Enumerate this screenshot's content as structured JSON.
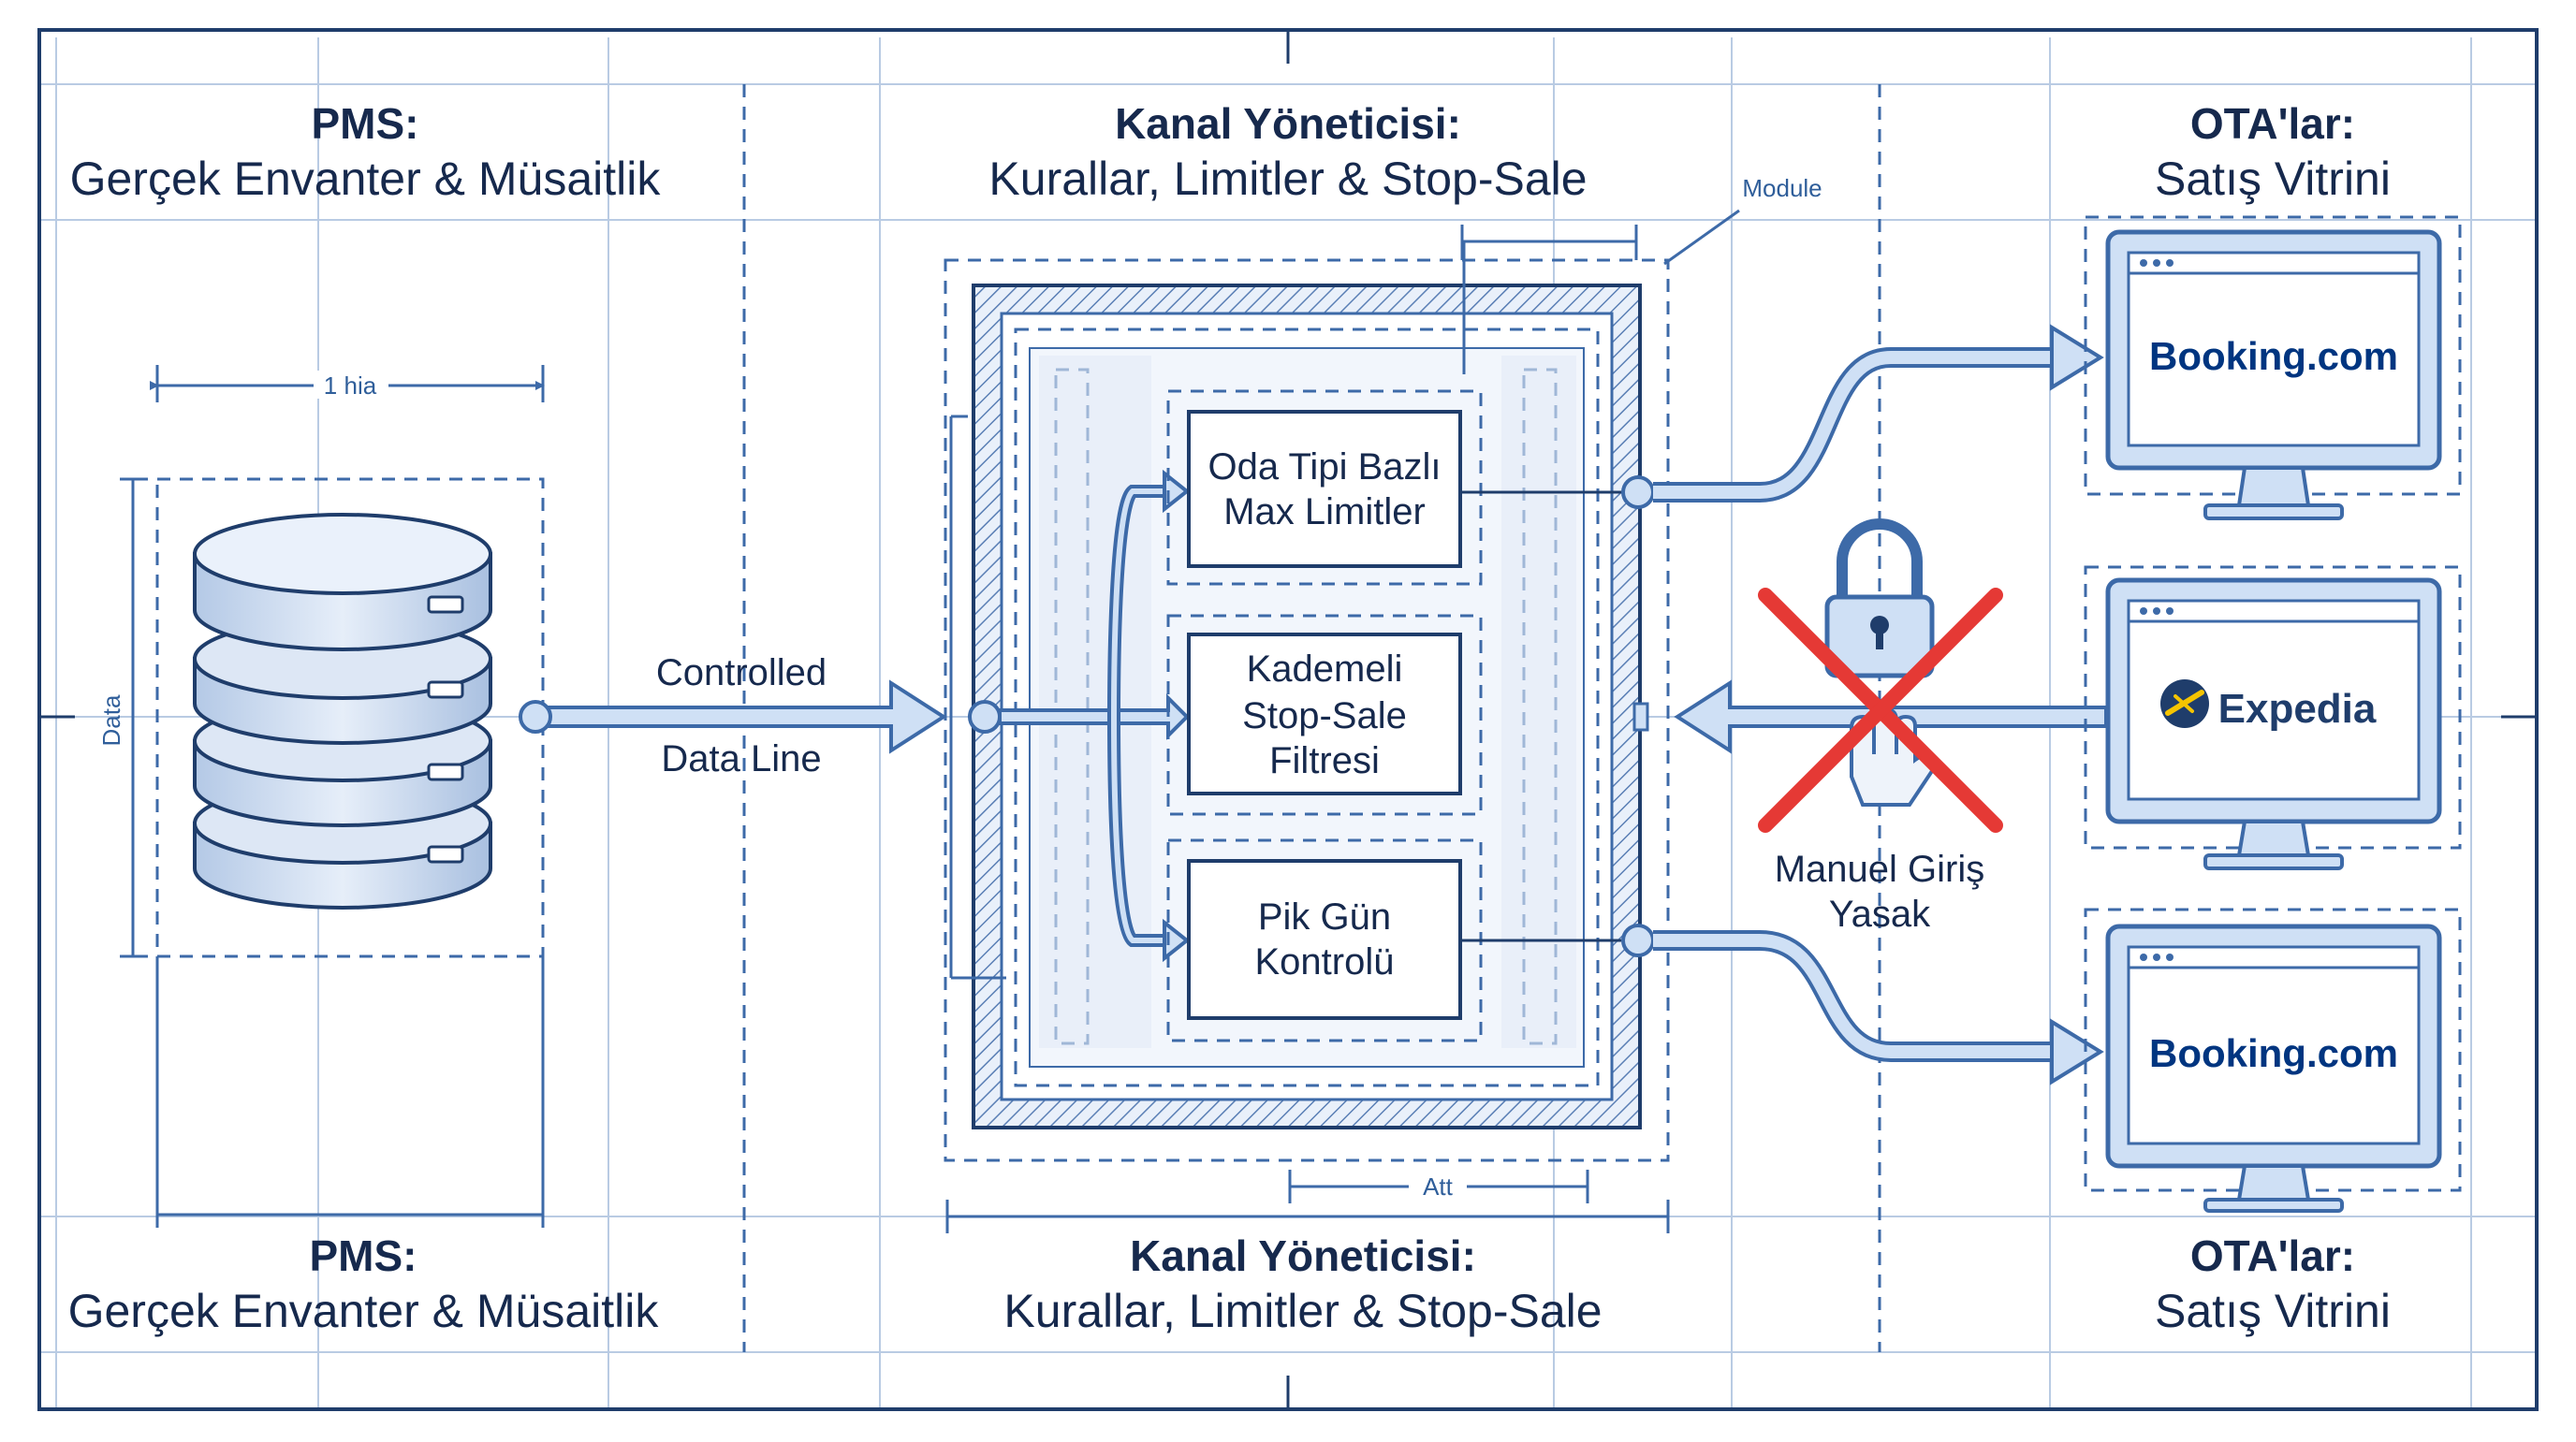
{
  "pms": {
    "title": "PMS:",
    "subtitle": "Gerçek Envanter & Müsaitlik"
  },
  "channel_manager": {
    "title": "Kanal Yöneticisi:",
    "subtitle": "Kurallar, Limitler & Stop-Sale",
    "modules": [
      {
        "line1": "Oda Tipi Bazlı",
        "line2": "Max Limitler"
      },
      {
        "line1": "Kademeli",
        "line2": "Stop-Sale",
        "line3": "Filtresi"
      },
      {
        "line1": "Pik Gün",
        "line2": "Kontrolü"
      }
    ]
  },
  "otas": {
    "title": "OTA'lar:",
    "subtitle": "Satış Vitrini",
    "screens": [
      "Booking.com",
      "Expedia",
      "Booking.com"
    ]
  },
  "connector": {
    "line1": "Controlled",
    "line2": "Data Line"
  },
  "blocked": {
    "line1": "Manuel Giriş",
    "line2": "Yasak"
  },
  "annotations": {
    "module": "Module",
    "width_top": "1 hia",
    "data_side": "Data",
    "att": "Att"
  },
  "colors": {
    "ink": "#16294d",
    "line": "#3d6aa8",
    "fill": "#cfe0f5",
    "booking_dark": "#003580",
    "booking_light": "#009fe3",
    "expedia": "#1f3d6b",
    "expedia_sun": "#f5c400",
    "cross": "#e53935"
  }
}
